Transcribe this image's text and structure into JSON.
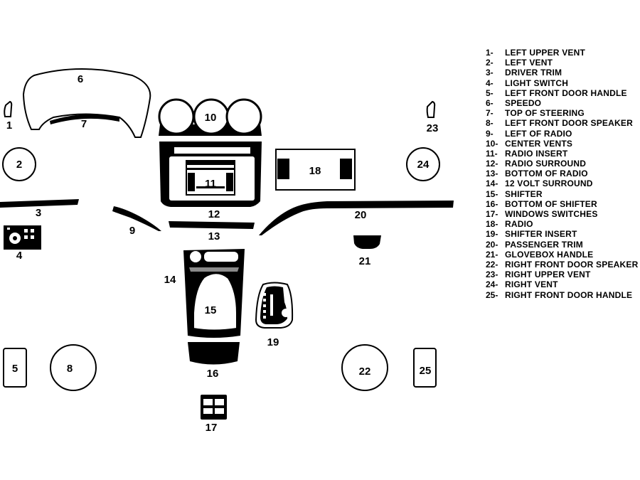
{
  "parts": [
    {
      "num": "1",
      "label": "LEFT UPPER VENT"
    },
    {
      "num": "2",
      "label": "LEFT VENT"
    },
    {
      "num": "3",
      "label": "DRIVER TRIM"
    },
    {
      "num": "4",
      "label": "LIGHT SWITCH"
    },
    {
      "num": "5",
      "label": "LEFT FRONT DOOR HANDLE"
    },
    {
      "num": "6",
      "label": "SPEEDO"
    },
    {
      "num": "7",
      "label": "TOP OF STEERING"
    },
    {
      "num": "8",
      "label": "LEFT FRONT DOOR SPEAKER"
    },
    {
      "num": "9",
      "label": "LEFT OF RADIO"
    },
    {
      "num": "10",
      "label": "CENTER VENTS"
    },
    {
      "num": "11",
      "label": "RADIO INSERT"
    },
    {
      "num": "12",
      "label": "RADIO SURROUND"
    },
    {
      "num": "13",
      "label": "BOTTOM OF RADIO"
    },
    {
      "num": "14",
      "label": "12 VOLT SURROUND"
    },
    {
      "num": "15",
      "label": "SHIFTER"
    },
    {
      "num": "16",
      "label": "BOTTOM OF SHIFTER"
    },
    {
      "num": "17",
      "label": "WINDOWS SWITCHES"
    },
    {
      "num": "18",
      "label": "RADIO"
    },
    {
      "num": "19",
      "label": "SHIFTER INSERT"
    },
    {
      "num": "20",
      "label": "PASSENGER TRIM"
    },
    {
      "num": "21",
      "label": "GLOVEBOX HANDLE"
    },
    {
      "num": "22",
      "label": "RIGHT FRONT DOOR SPEAKER"
    },
    {
      "num": "23",
      "label": "RIGHT UPPER VENT"
    },
    {
      "num": "24",
      "label": "RIGHT VENT"
    },
    {
      "num": "25",
      "label": "RIGHT FRONT DOOR HANDLE"
    }
  ],
  "legend_suffix": "-",
  "colors": {
    "ink": "#000000",
    "paper": "#ffffff",
    "gray": "#8a8a8a"
  }
}
